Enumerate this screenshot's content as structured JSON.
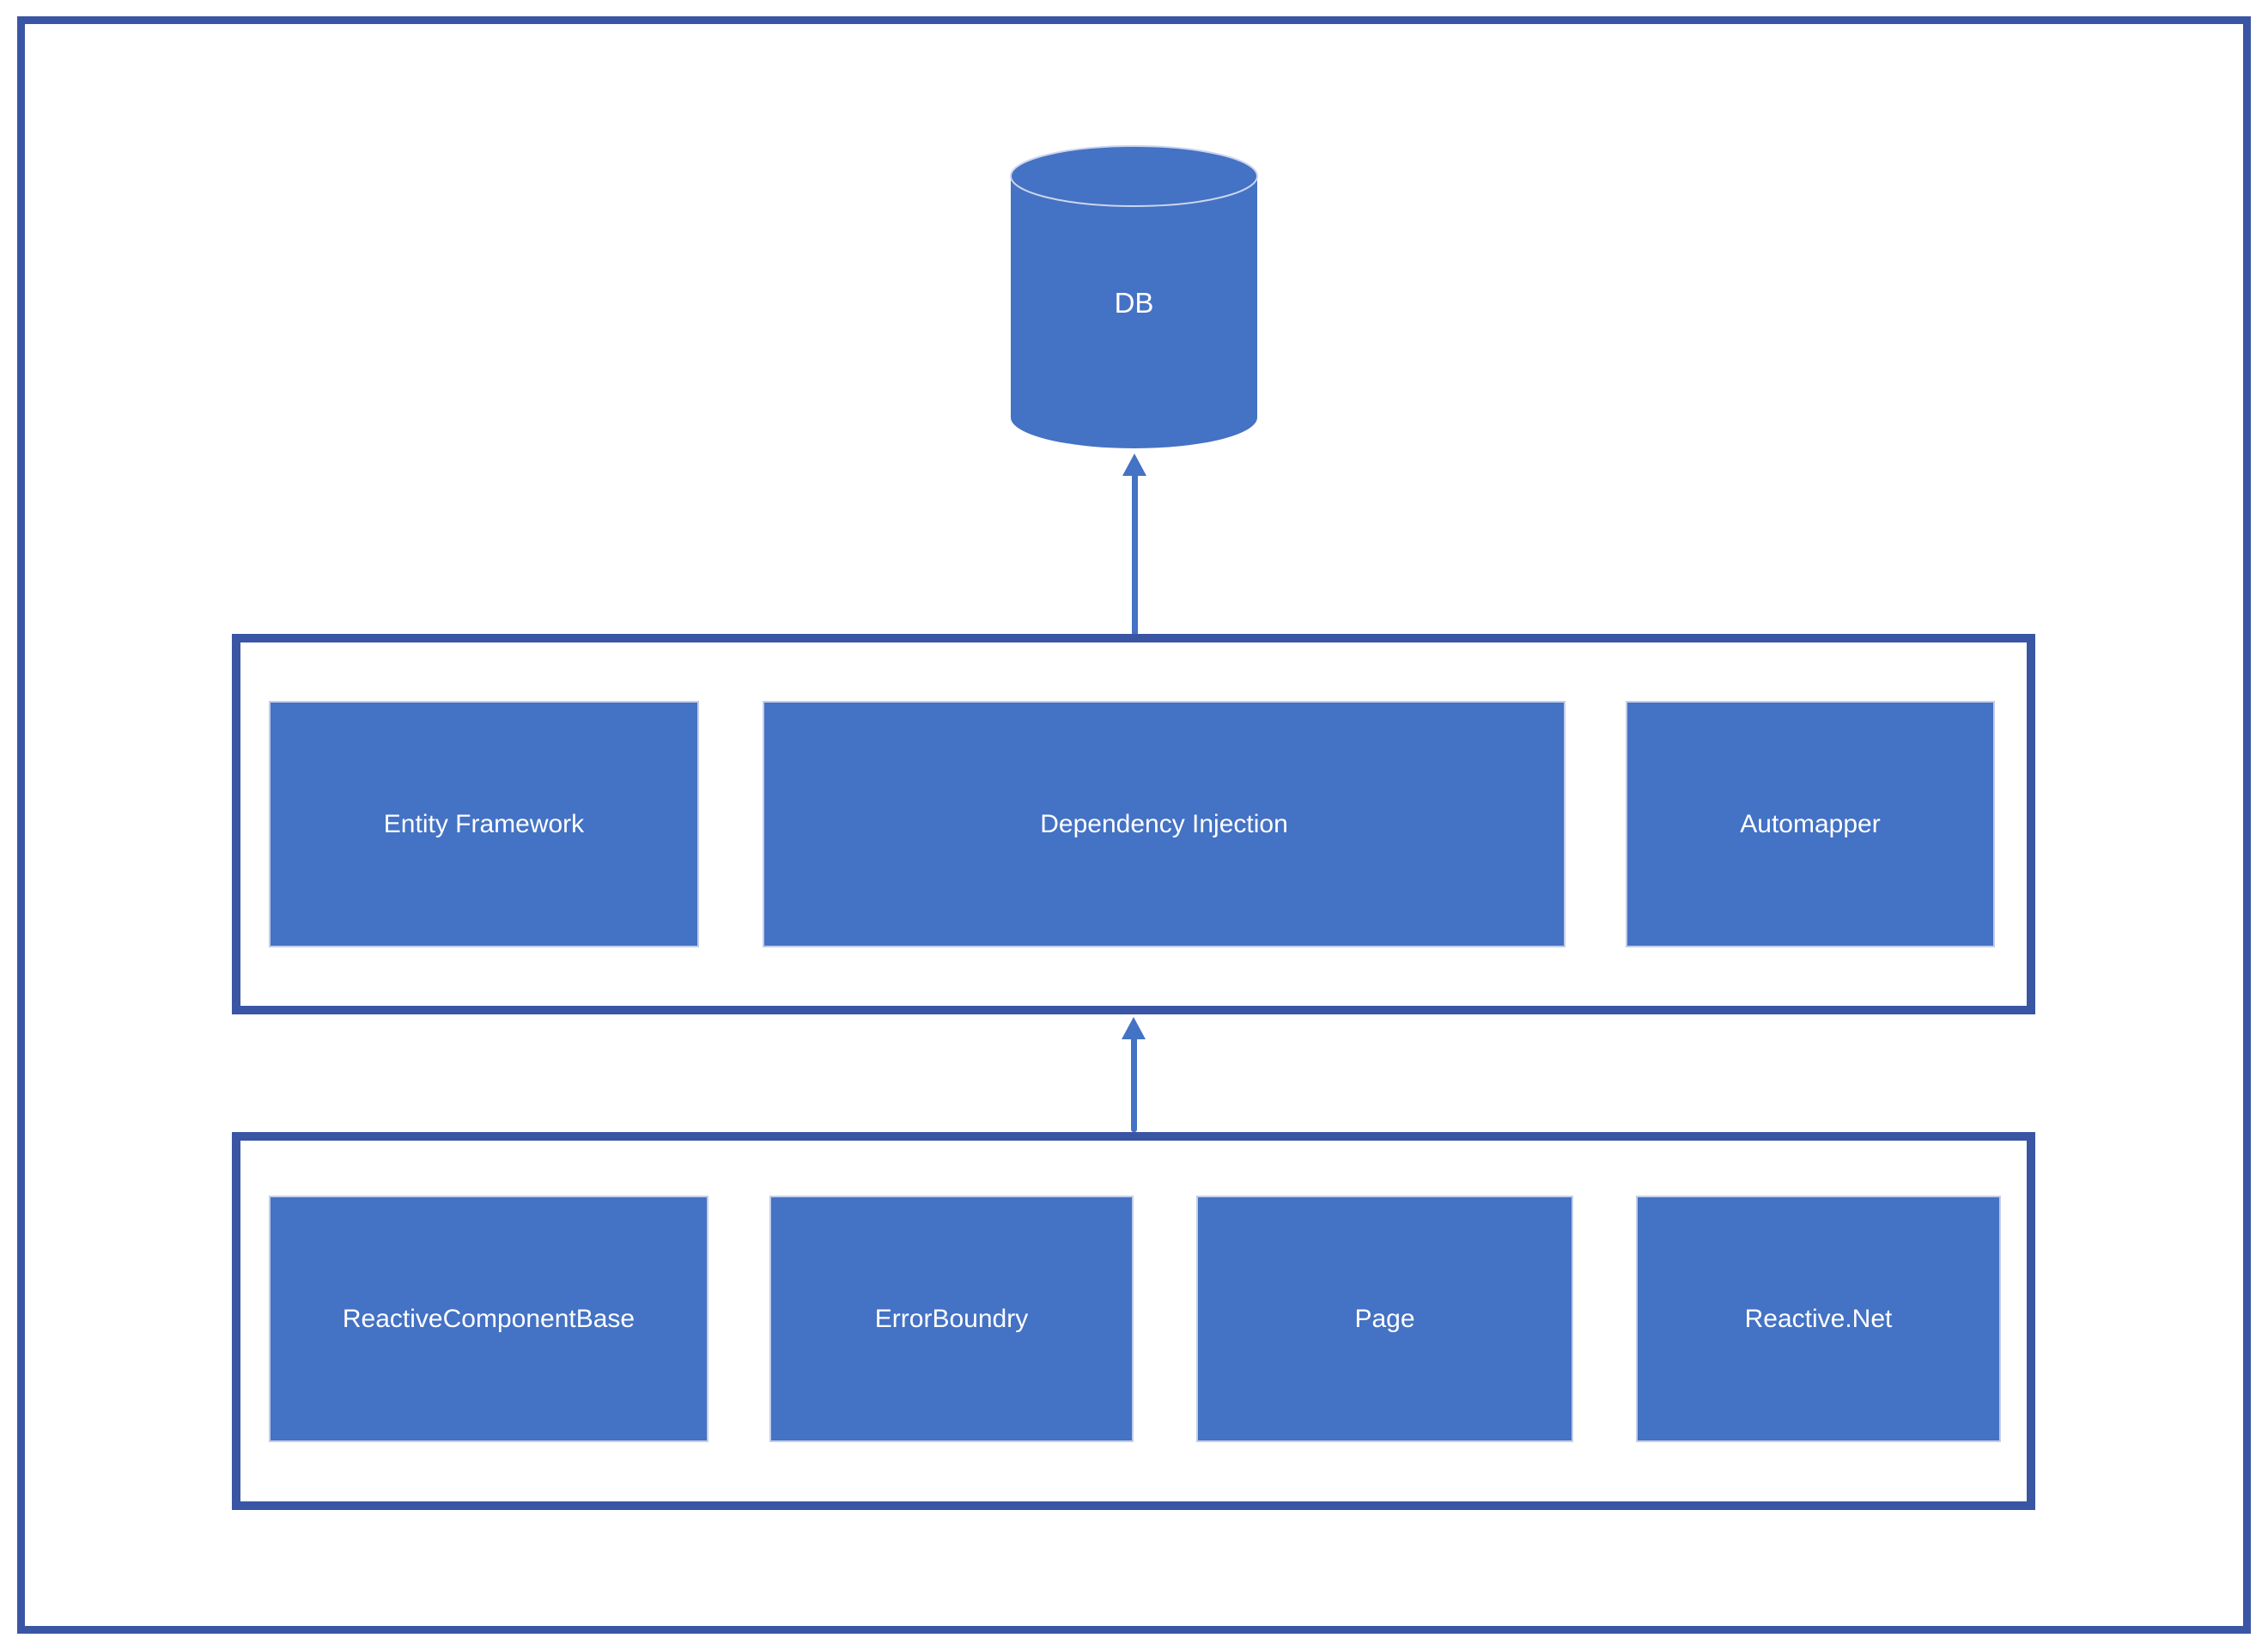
{
  "diagram": {
    "database": {
      "label": "DB",
      "shape": "cylinder"
    },
    "middle_layer": {
      "boxes": [
        {
          "label": "Entity Framework"
        },
        {
          "label": "Dependency Injection"
        },
        {
          "label": "Automapper"
        }
      ]
    },
    "bottom_layer": {
      "boxes": [
        {
          "label": "ReactiveComponentBase"
        },
        {
          "label": "ErrorBoundry"
        },
        {
          "label": "Page"
        },
        {
          "label": "Reactive.Net"
        }
      ]
    },
    "connectors": [
      {
        "name": "middle-layer-to-db",
        "direction": "up"
      },
      {
        "name": "bottom-layer-to-middle-layer",
        "direction": "up"
      }
    ],
    "colors": {
      "shape_fill": "#4472C4",
      "container_border": "#3A55A4",
      "shape_edge": "#C3CDE8",
      "label_text": "#FFFFFF",
      "background": "#FFFFFF"
    }
  }
}
